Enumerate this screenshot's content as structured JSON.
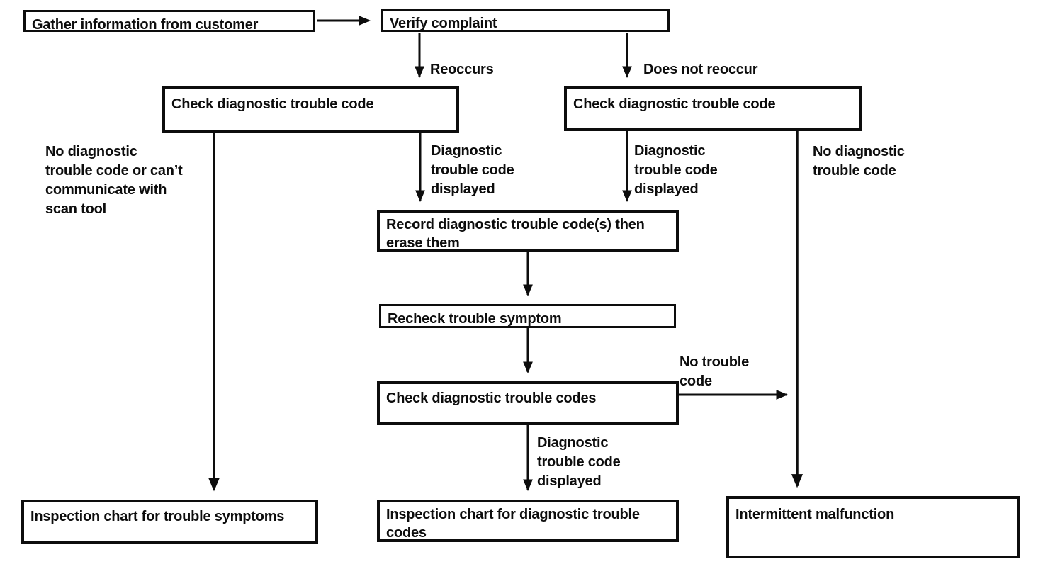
{
  "diagram": {
    "colors": {
      "ink": "#0d0d0d",
      "background": "#ffffff"
    },
    "nodes": {
      "gather_info": "Gather information from customer",
      "verify_complaint": "Verify complaint",
      "check_dtc_left": "Check diagnostic trouble code",
      "check_dtc_right": "Check diagnostic trouble code",
      "record_dtc": "Record diagnostic trouble code(s) then\nerase them",
      "recheck_symptom": "Recheck trouble symptom",
      "check_dtcs": "Check diagnostic trouble codes",
      "inspection_symptoms": "Inspection chart for trouble symptoms",
      "inspection_dtc": "Inspection chart for diagnostic trouble\ncodes",
      "intermittent": "Intermittent malfunction"
    },
    "edge_labels": {
      "reoccurs": "Reoccurs",
      "does_not_reoccur": "Does not reoccur",
      "no_dtc_or_cant_communicate": "No diagnostic\ntrouble code or can’t\ncommunicate with\nscan tool",
      "dtc_displayed_left": "Diagnostic\ntrouble code\ndisplayed",
      "dtc_displayed_right": "Diagnostic\ntrouble code\ndisplayed",
      "no_dtc": "No diagnostic\ntrouble code",
      "no_trouble_code": "No trouble\ncode",
      "dtc_displayed_bottom": "Diagnostic\ntrouble code\ndisplayed"
    }
  }
}
